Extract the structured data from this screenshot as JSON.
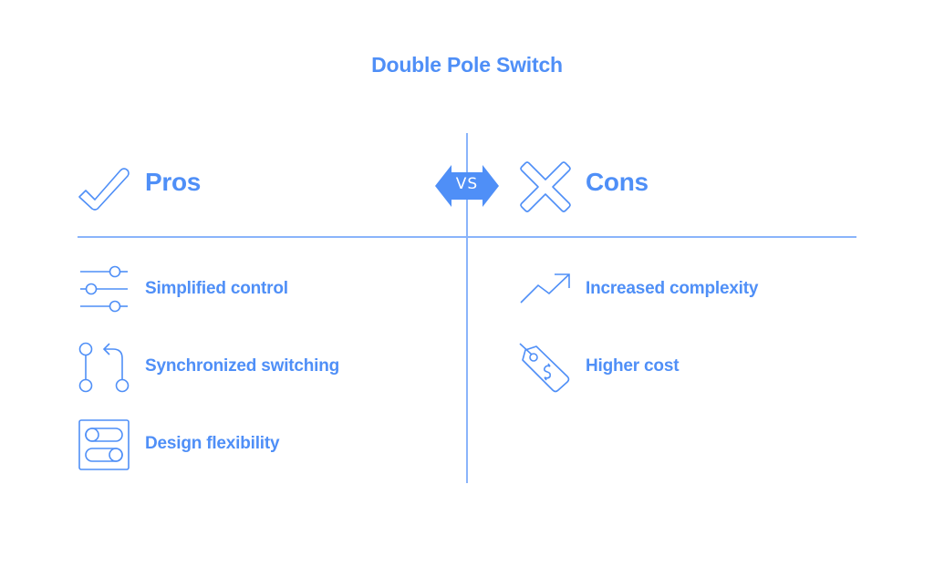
{
  "title": "Double Pole Switch",
  "colors": {
    "accent": "#4f8ff7",
    "line": "#8ab4fb",
    "background": "#ffffff"
  },
  "vs_badge": {
    "label": "VS",
    "icon": "double-arrow-icon"
  },
  "pros": {
    "heading": "Pros",
    "icon": "checkmark-icon",
    "items": [
      {
        "label": "Simplified control",
        "icon": "sliders-icon"
      },
      {
        "label": "Synchronized switching",
        "icon": "git-pull-request-icon"
      },
      {
        "label": "Design flexibility",
        "icon": "toggle-switches-icon"
      }
    ]
  },
  "cons": {
    "heading": "Cons",
    "icon": "cross-icon",
    "items": [
      {
        "label": "Increased complexity",
        "icon": "trending-up-icon"
      },
      {
        "label": "Higher cost",
        "icon": "price-tag-icon"
      }
    ]
  }
}
